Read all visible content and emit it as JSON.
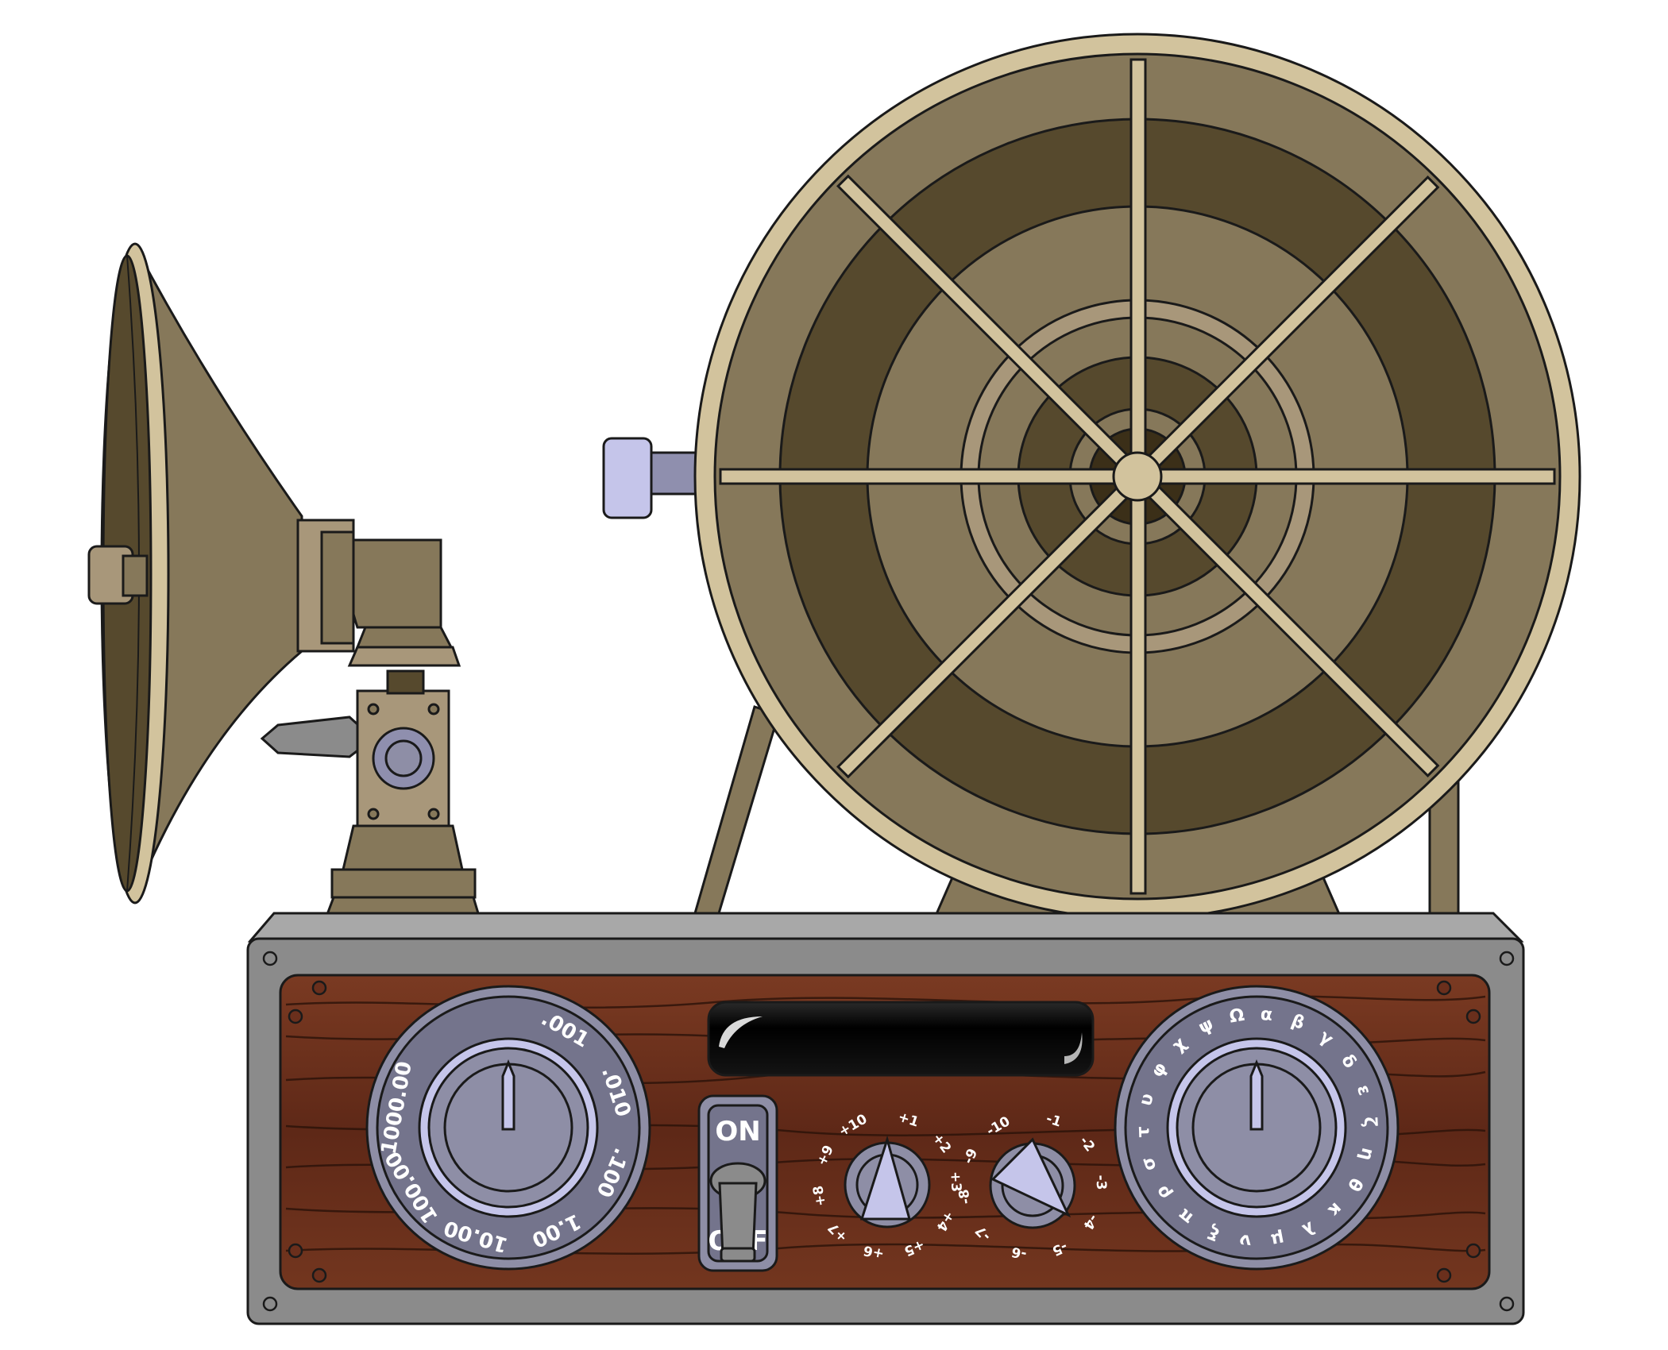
{
  "palette": {
    "outline": "#1a1a1a",
    "brass_light": "#a8977a",
    "brass_mid": "#86785a",
    "brass_dark": "#56492d",
    "rim": "#d2c39d",
    "steel": "#8b8b8b",
    "steel_light": "#a8a8a8",
    "wood": "#6a2f1c",
    "dial_face": "#74748c",
    "knob": "#8e8ea6",
    "lavender": "#c5c5ea",
    "display_glass": "#050505"
  },
  "power_switch": {
    "on_label": "ON",
    "off_label": "OFF",
    "state": "off"
  },
  "dials": {
    "scale_dial": {
      "labels": [
        ".001",
        ".010",
        ".100",
        "1.00",
        "10.00",
        "100.00",
        "1000.00"
      ]
    },
    "offset_dial": {
      "labels": [
        "+1",
        "+2",
        "+3",
        "+4",
        "+5",
        "+6",
        "+7",
        "+8",
        "+9",
        "+10"
      ]
    },
    "step_dial": {
      "labels": [
        "-1",
        "-2",
        "-3",
        "-4",
        "-5",
        "-6",
        "-7",
        "-8",
        "-9",
        "-10"
      ]
    },
    "symbol_dial": {
      "labels": [
        "α",
        "β",
        "γ",
        "δ",
        "ε",
        "ζ",
        "η",
        "θ",
        "κ",
        "λ",
        "μ",
        "ν",
        "ξ",
        "π",
        "ρ",
        "σ",
        "τ",
        "υ",
        "φ",
        "χ",
        "ψ",
        "Ω"
      ]
    }
  },
  "icons": {
    "horn": "horn-speaker-icon",
    "wheel": "spoked-wheel-icon",
    "screw": "screw-icon",
    "toggle": "toggle-lever-icon"
  }
}
